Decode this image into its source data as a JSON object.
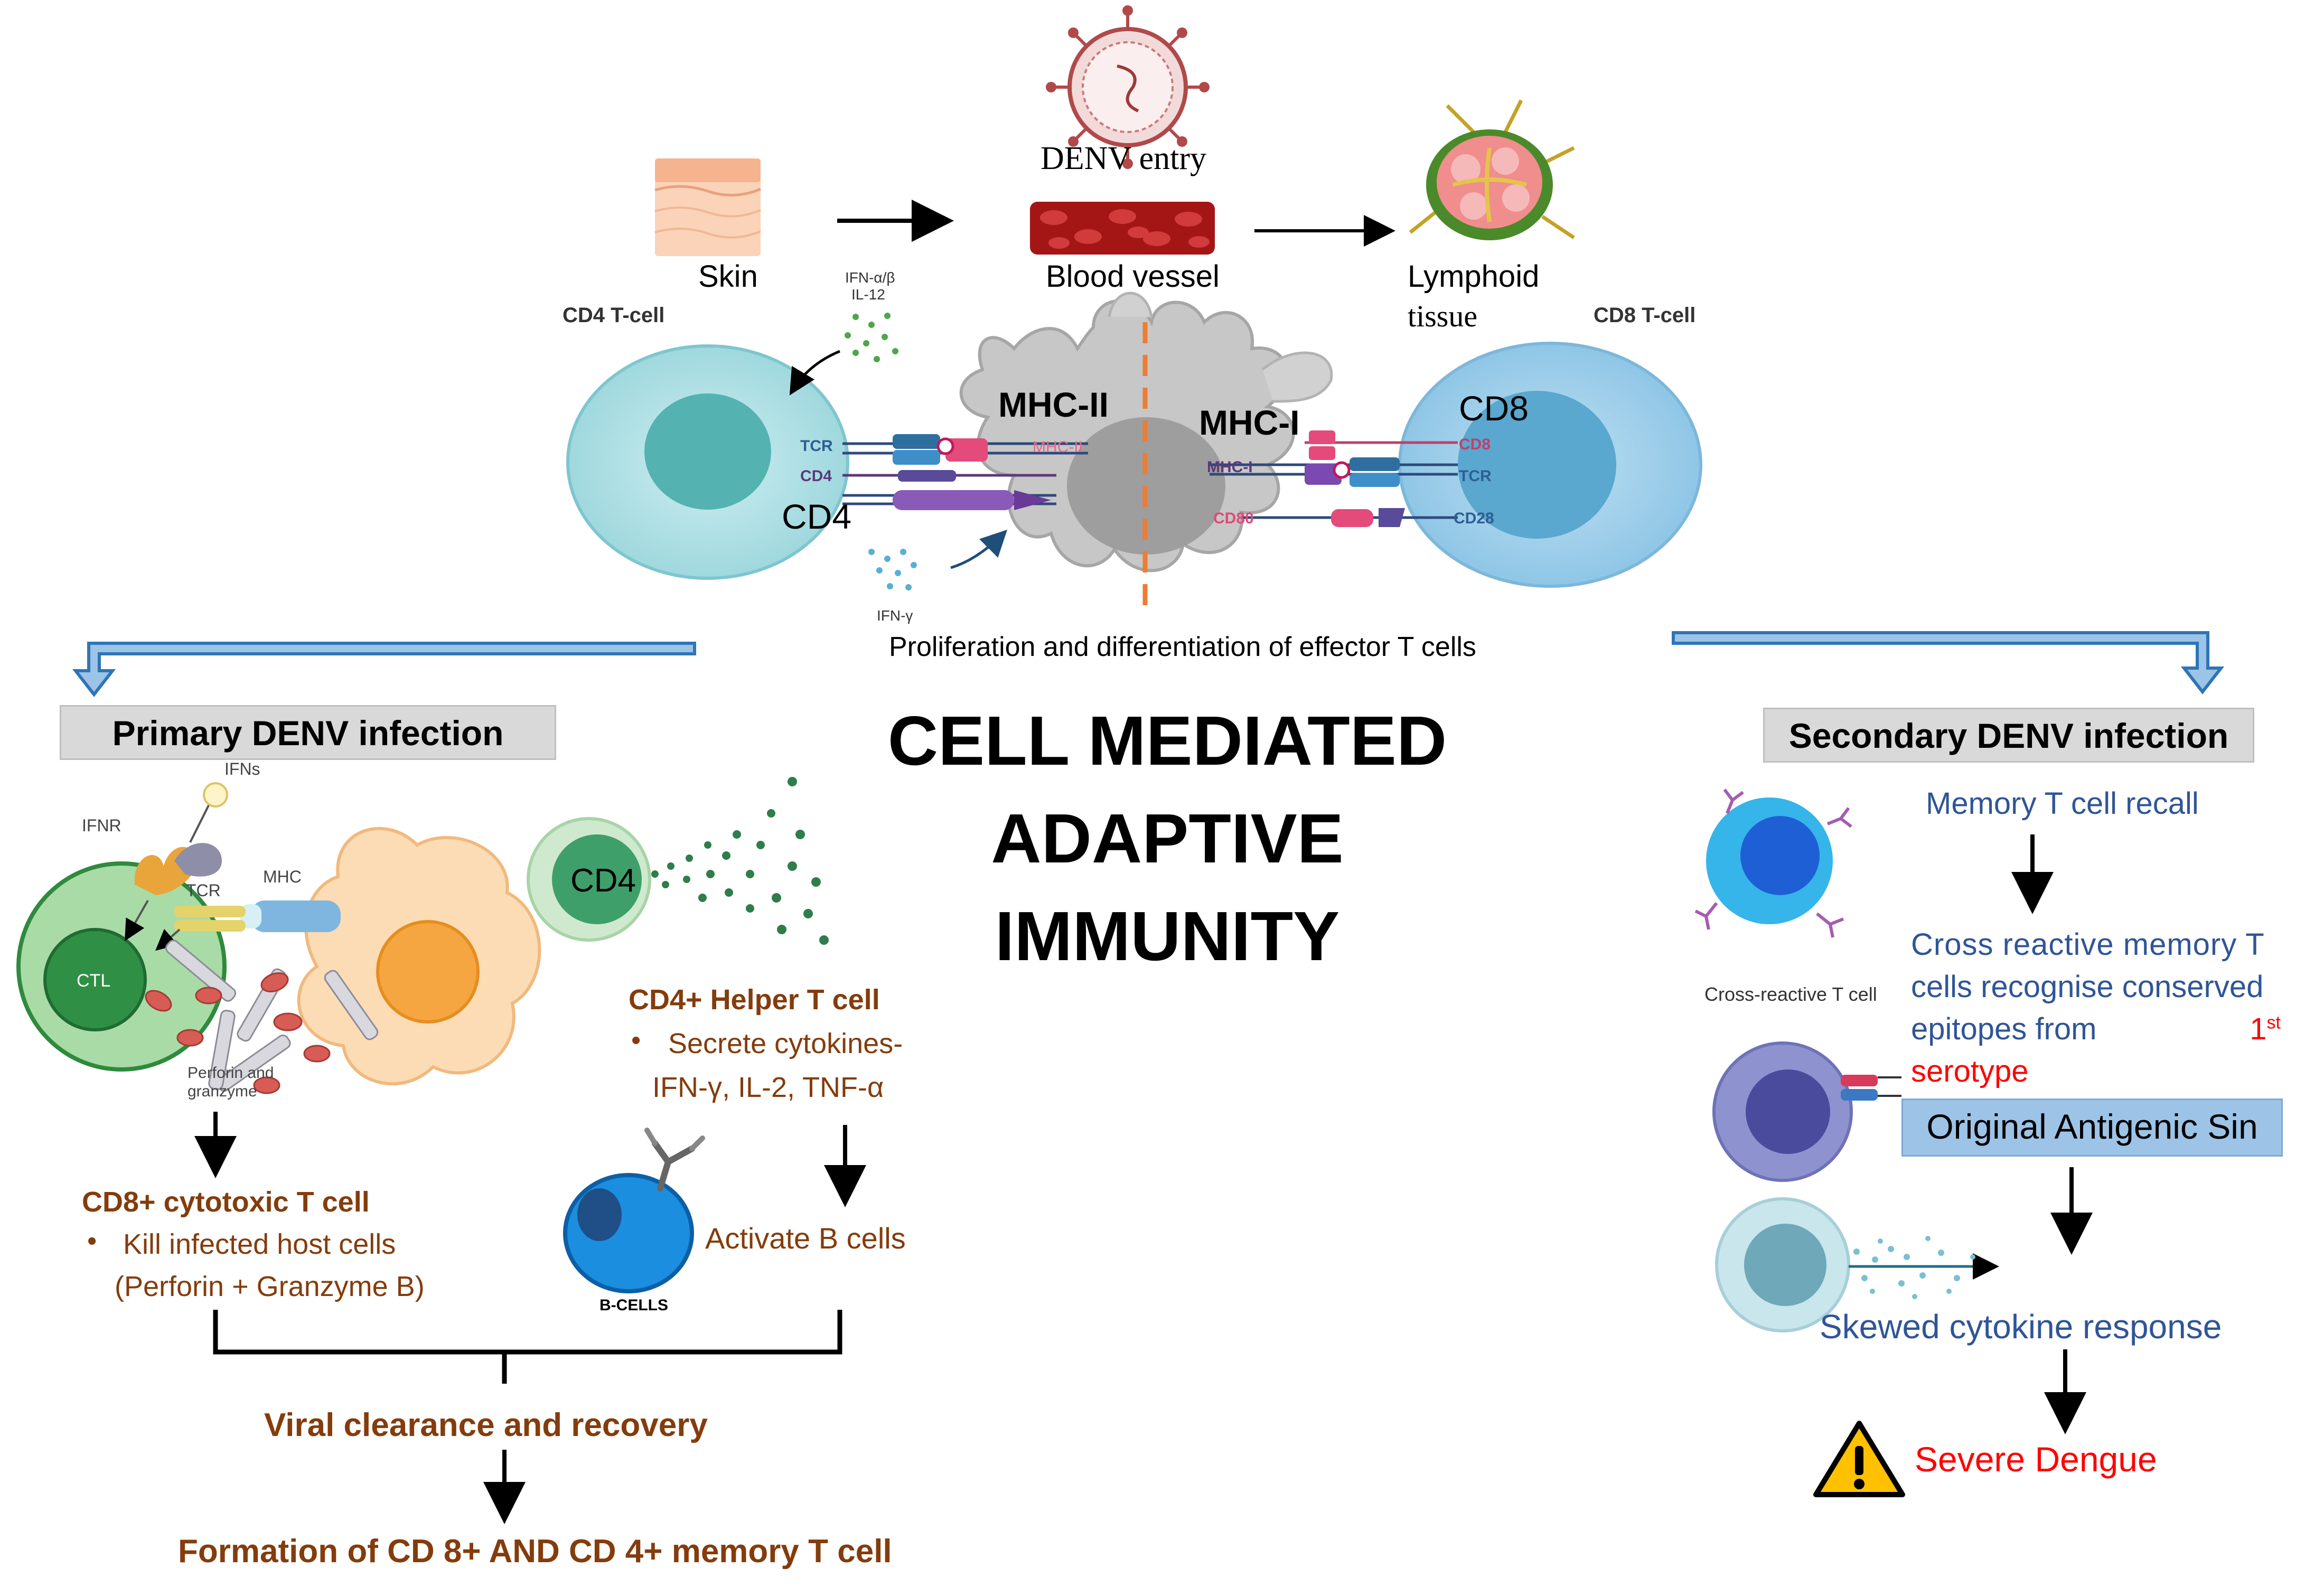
{
  "top_flow": {
    "skin": "Skin",
    "denv_entry": "DENV entry",
    "blood_vessel": "Blood vessel",
    "lymphoid_line1": "Lymphoid",
    "lymphoid_line2": "tissue"
  },
  "synapse": {
    "cd4_tcell": "CD4 T-cell",
    "cd8_tcell": "CD8 T-cell",
    "ifn_ab_line1": "IFN-α/β",
    "ifn_ab_line2": "IL-12",
    "ifn_gamma": "IFN-γ",
    "mhc2_big": "MHC-II",
    "mhc1_big": "MHC-I",
    "cd8_big": "CD8",
    "cd4_big": "CD4",
    "tcr_left": "TCR",
    "cd4_small": "CD4",
    "mhc2_small": "MHC-II",
    "cd8_small": "CD8",
    "mhc1_small": "MHC-I",
    "tcr_right": "TCR",
    "cd80": "CD80",
    "cd28": "CD28",
    "proliferation": "Proliferation and differentiation of effector T cells"
  },
  "center_title": {
    "line1": "CELL MEDIATED",
    "line2": "ADAPTIVE",
    "line3": "IMMUNITY"
  },
  "primary": {
    "title": "Primary DENV infection",
    "ifns": "IFNs",
    "ifnr": "IFNR",
    "tcr": "TCR",
    "mhc": "MHC",
    "ctl": "CTL",
    "perforin_line1": "Perforin and",
    "perforin_line2": "granzyme",
    "cd4_cell": "CD4",
    "helper_title": "CD4+ Helper T cell",
    "helper_line1": "Secrete cytokines-",
    "helper_line2": "IFN-γ, IL-2, TNF-α",
    "bullet": "•",
    "cd8_title": "CD8+ cytotoxic T cell",
    "cd8_line1": "Kill infected host cells",
    "cd8_line2": "(Perforin + Granzyme B)",
    "activate_b": "Activate B cells",
    "b_cells": "B-CELLS",
    "viral_clearance": "Viral clearance and recovery",
    "memory_formation": "Formation of CD 8+ AND CD 4+  memory T cell"
  },
  "secondary": {
    "title": "Secondary DENV infection",
    "memory_recall": "Memory  T cell recall",
    "cross_reactive_label": "Cross-reactive T cell",
    "cross_line1": "Cross reactive memory T",
    "cross_line2": "cells recognise conserved",
    "cross_line3": "epitopes from",
    "cross_ordinal": "1",
    "cross_sup": "st",
    "cross_line4": "serotype",
    "original_sin": "Original Antigenic Sin",
    "skewed": "Skewed cytokine response",
    "severe": "Severe Dengue"
  }
}
